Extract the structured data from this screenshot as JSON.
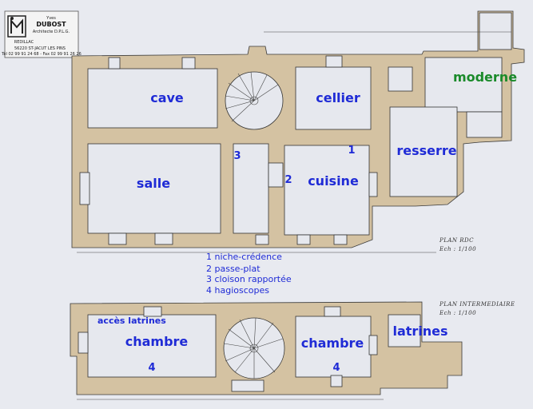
{
  "stamp": {
    "first_name": "Yves",
    "last_name": "DUBOST",
    "title": "Architecte D.P.L.G.",
    "place": "REDILLAC",
    "address": "56220 ST-JACUT LES PINS",
    "phone": "Tél 02 99 91 24 68 - Fax 02 99 91 26 26"
  },
  "ground_floor": {
    "plan_title": "PLAN RDC",
    "scale": "Ech : 1/100",
    "rooms": {
      "cave": "cave",
      "cellier": "cellier",
      "moderne": "moderne",
      "salle": "salle",
      "cuisine": "cuisine",
      "resserre": "resserre"
    },
    "markers": {
      "m1": "1",
      "m2": "2",
      "m3": "3"
    }
  },
  "legend": [
    "1 niche-crédence",
    "2 passe-plat",
    "3 cloison rapportée",
    "4 hagioscopes"
  ],
  "intermediate_floor": {
    "plan_title": "PLAN INTERMEDIAIRE",
    "scale": "Ech : 1/100",
    "rooms": {
      "acces_latrines": "accès latrines",
      "chambre_left": "chambre",
      "chambre_right": "chambre",
      "latrines": "latrines"
    },
    "markers": {
      "m4_left": "4",
      "m4_right": "4"
    }
  },
  "colors": {
    "label_blue": "#1f2bd6",
    "label_green": "#1a8a2a",
    "wall_fill": "#d4c2a2",
    "background": "#e8eaf0"
  }
}
